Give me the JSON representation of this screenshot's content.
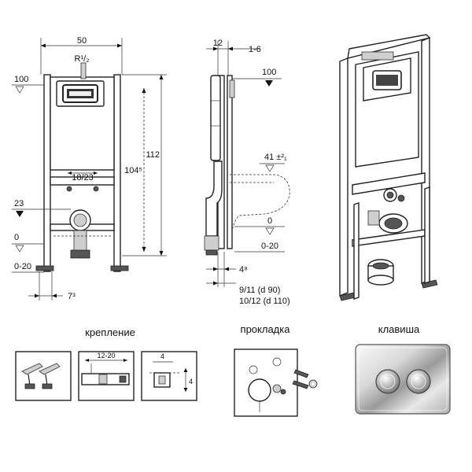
{
  "front_view": {
    "width": "50",
    "thread": "R¹/₂",
    "level_top": "100",
    "height_total": "112",
    "height_inner": "104⁵",
    "outlet_spacing": "18/23",
    "level_drain": "23",
    "level_zero": "0",
    "level_range": "0-20",
    "offset": "7³"
  },
  "side_view": {
    "dim_a": "12",
    "dim_b": "1-6",
    "level_top": "100",
    "level_pan": "41 ±²₁",
    "level_zero": "0",
    "level_range": "0-20",
    "dim_c": "4⁸",
    "pipe_1": "9/11  (d 90)",
    "pipe_2": "10/12 (d 110)"
  },
  "labels": {
    "fixing": "крепление",
    "gasket": "прокладка",
    "key": "клавиша"
  },
  "fixing_detail": {
    "range": "12-20",
    "dim_w": "4",
    "dim_h": "4"
  },
  "colors": {
    "line": "#222222",
    "chrome_light": "#f2f2f2",
    "chrome_dark": "#8a8a8a"
  }
}
